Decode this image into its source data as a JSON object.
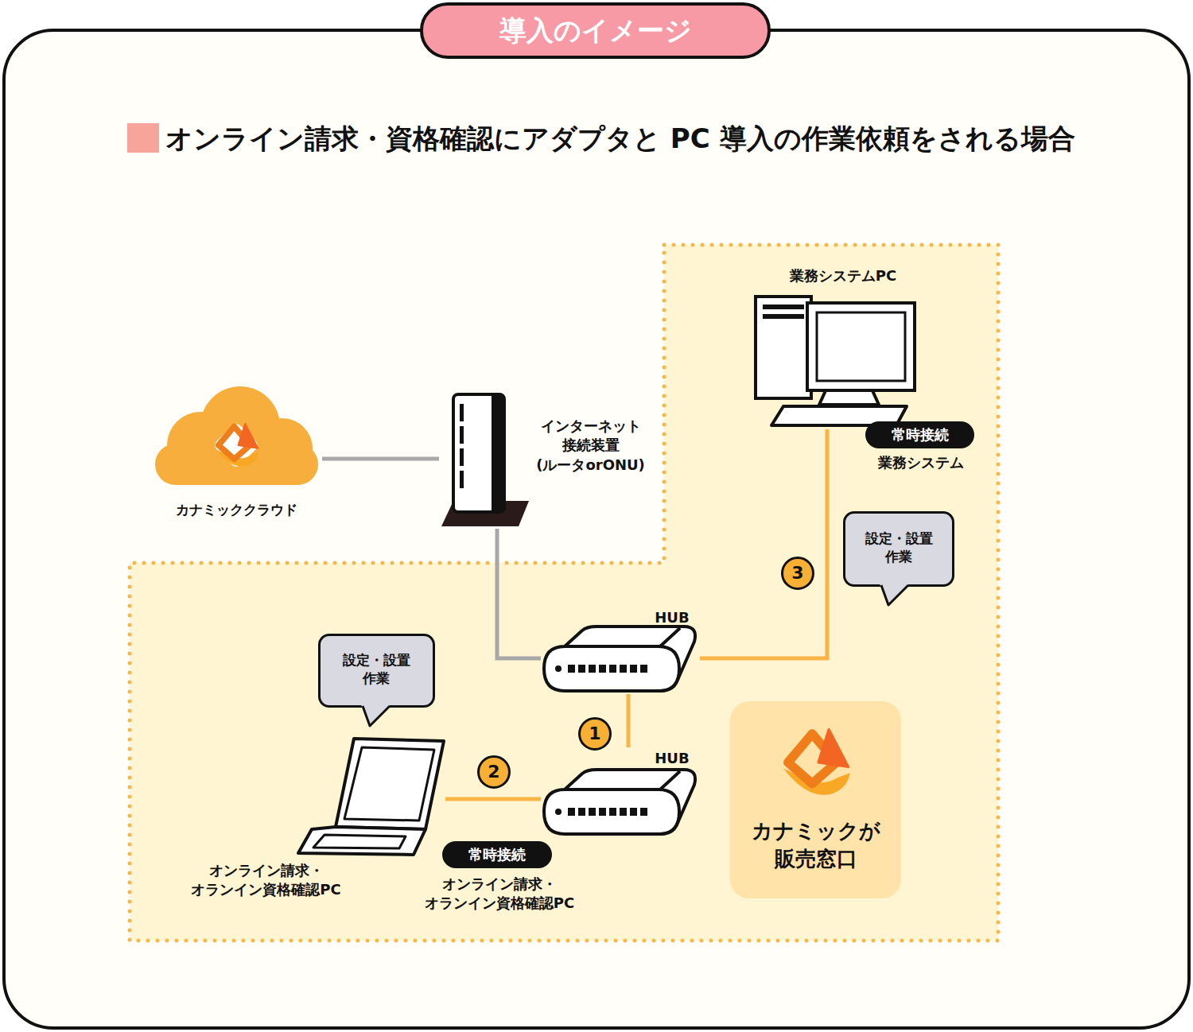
{
  "diagram": {
    "title": "導入のイメージ",
    "nodes": [
      {
        "text": [
          "カナミッククラウド"
        ]
      },
      {
        "text": [
          "インターネット 接続装置 (ルータorONU)"
        ]
      },
      {
        "text": [
          "業務システムPC"
        ]
      },
      {
        "text": [
          "常時接続",
          "業務システム"
        ]
      },
      {
        "text": [
          "設定・設置 作業"
        ]
      },
      {
        "text": [
          "HUB"
        ]
      },
      {
        "text": [
          "設定・設置 作業"
        ]
      },
      {
        "text": [
          "HUB"
        ]
      },
      {
        "text": [
          "オンライン請求・ オランイン資格確認PC"
        ]
      },
      {
        "text": [
          "常時接続",
          "オンライン請求・ オランイン資格確認PC"
        ]
      },
      {
        "text": [
          "カナミックが 販売窓口"
        ]
      }
    ],
    "edges": [
      {
        "from": 0,
        "to": 1,
        "arrow": "none"
      },
      {
        "from": 1,
        "to": 5,
        "arrow": "none"
      },
      {
        "from": 5,
        "to": 2,
        "arrow": "none"
      },
      {
        "from": 5,
        "to": 7,
        "arrow": "none"
      },
      {
        "from": 8,
        "to": 7,
        "arrow": "none"
      }
    ],
    "labels": [
      "オンライン請求・資格確認にアダプタと PC 導入の作業依頼をされる場合",
      "1",
      "2",
      "3"
    ]
  }
}
